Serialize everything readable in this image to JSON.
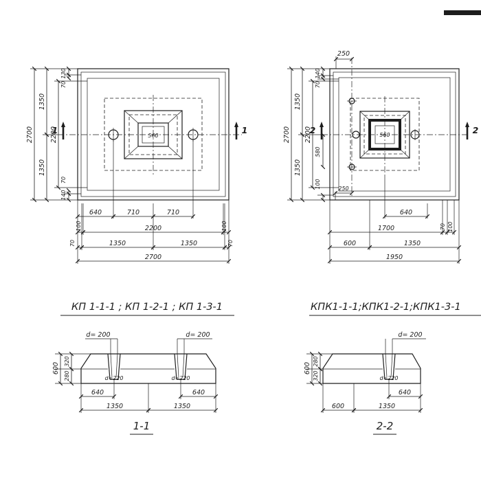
{
  "meta": {
    "ink": "#1d1d1d",
    "paper": "#ffffff"
  },
  "titles": {
    "kp": "КП 1-1-1 ; КП 1-2-1 ; КП 1-3-1",
    "kpk": "КПК1-1-1;КПК1-2-1;КПК1-3-1",
    "sec1": "1-1",
    "sec2": "2-2"
  },
  "plan1": {
    "mark": "1",
    "center560": "560",
    "left": {
      "d130": "130",
      "d70top": "70",
      "d1350top": "1350",
      "d2700": "2700",
      "d2200": "2200",
      "d1350bot": "1350",
      "d70bot": "70",
      "d140": "140"
    },
    "bottom": {
      "d640": "640",
      "d710a": "710",
      "d710b": "710",
      "d100l": "100",
      "d2200": "2200",
      "d100r": "100",
      "d70l": "70",
      "d1350l": "1350",
      "d1350r": "1350",
      "d70r": "70",
      "d2700": "2700"
    }
  },
  "plan2": {
    "mark": "2",
    "center560": "560",
    "top": {
      "d250": "250"
    },
    "left": {
      "d140": "140",
      "d70": "70",
      "d1350top": "1350",
      "d2700": "2700",
      "d2200": "2200",
      "d580": "580",
      "d100": "100",
      "d1350bot": "1350",
      "d250": "250"
    },
    "bottom": {
      "d640": "640",
      "d1700": "1700",
      "d70": "70",
      "d100": "100",
      "d600": "600",
      "d1350": "1350",
      "d1950": "1950"
    }
  },
  "sec1": {
    "d200l": "d= 200",
    "d200r": "d= 200",
    "d600": "600",
    "d320": "320",
    "d280": "280",
    "d220l": "d=220",
    "d220r": "d=220",
    "b640l": "640",
    "b640r": "640",
    "b1350l": "1350",
    "b1350r": "1350"
  },
  "sec2": {
    "d200": "d= 200",
    "d600": "600",
    "d280": "280",
    "d320": "320",
    "d220": "d=220",
    "b640": "640",
    "b600": "600",
    "b1350": "1350"
  }
}
